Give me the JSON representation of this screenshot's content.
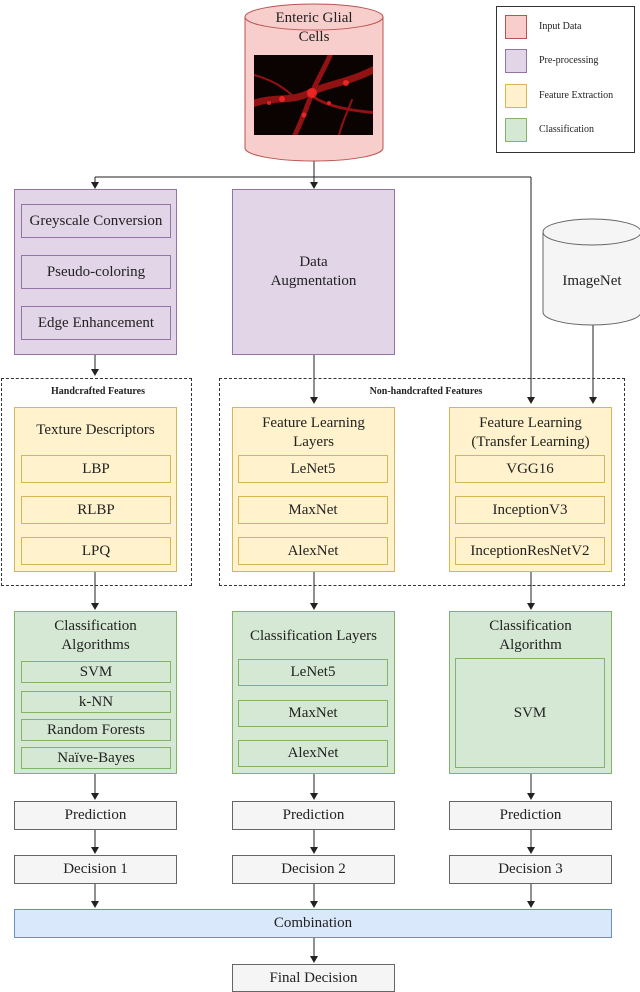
{
  "legend": {
    "items": [
      {
        "label": "Input Data",
        "color": "#f8cecc"
      },
      {
        "label": "Pre-processing",
        "color": "#e1d5e7"
      },
      {
        "label": "Feature Extraction",
        "color": "#fff2cc"
      },
      {
        "label": "Classification",
        "color": "#d5e8d4"
      }
    ]
  },
  "input": {
    "title": "Enteric Glial\nCells"
  },
  "imagenet": {
    "label": "ImageNet"
  },
  "preprocessing": {
    "steps": [
      "Greyscale Conversion",
      "Pseudo-coloring",
      "Edge Enhancement"
    ],
    "augmentation": "Data\nAugmentation"
  },
  "groups": {
    "handcrafted": "Handcrafted Features",
    "non_handcrafted": "Non-handcrafted Features"
  },
  "features": {
    "texture": {
      "title": "Texture Descriptors",
      "items": [
        "LBP",
        "RLBP",
        "LPQ"
      ]
    },
    "learning": {
      "title": "Feature Learning\nLayers",
      "items": [
        "LeNet5",
        "MaxNet",
        "AlexNet"
      ]
    },
    "transfer": {
      "title": "Feature Learning\n(Transfer Learning)",
      "items": [
        "VGG16",
        "InceptionV3",
        "InceptionResNetV2"
      ]
    }
  },
  "classification": {
    "algorithms": {
      "title": "Classification\nAlgorithms",
      "items": [
        "SVM",
        "k-NN",
        "Random Forests",
        "Naïve-Bayes"
      ]
    },
    "layers": {
      "title": "Classification Layers",
      "items": [
        "LeNet5",
        "MaxNet",
        "AlexNet"
      ]
    },
    "algorithm": {
      "title": "Classification\nAlgorithm",
      "items": [
        "SVM"
      ]
    }
  },
  "prediction": [
    "Prediction",
    "Prediction",
    "Prediction"
  ],
  "decisions": [
    "Decision 1",
    "Decision 2",
    "Decision 3"
  ],
  "combination": "Combination",
  "final": "Final Decision"
}
